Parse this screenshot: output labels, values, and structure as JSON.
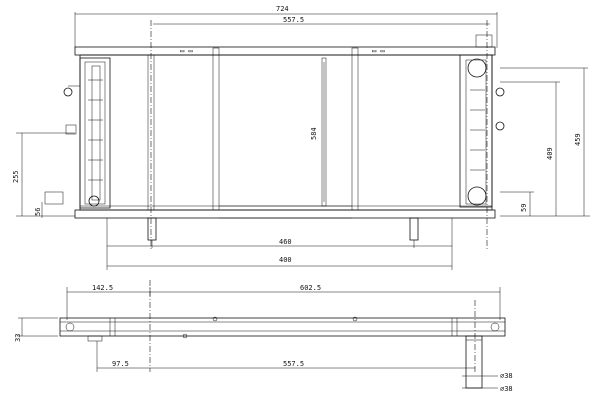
{
  "drawing": {
    "front_view": {
      "overall_width": "724",
      "core_width_top": "557.5",
      "core_width_bottom_1": "460",
      "core_width_bottom_2": "400",
      "core_height": "584",
      "height_right_inner": "409",
      "height_right_outer": "459",
      "height_left": "255",
      "bottom_left_small": "56",
      "bottom_right_small": "59"
    },
    "bottom_view": {
      "left_offset": "142.5",
      "right_span": "602.5",
      "thickness": "33",
      "bottom_left": "97.5",
      "bottom_span": "557.5",
      "pipe_dia_1": "⌀38",
      "pipe_dia_2": "⌀38"
    }
  }
}
